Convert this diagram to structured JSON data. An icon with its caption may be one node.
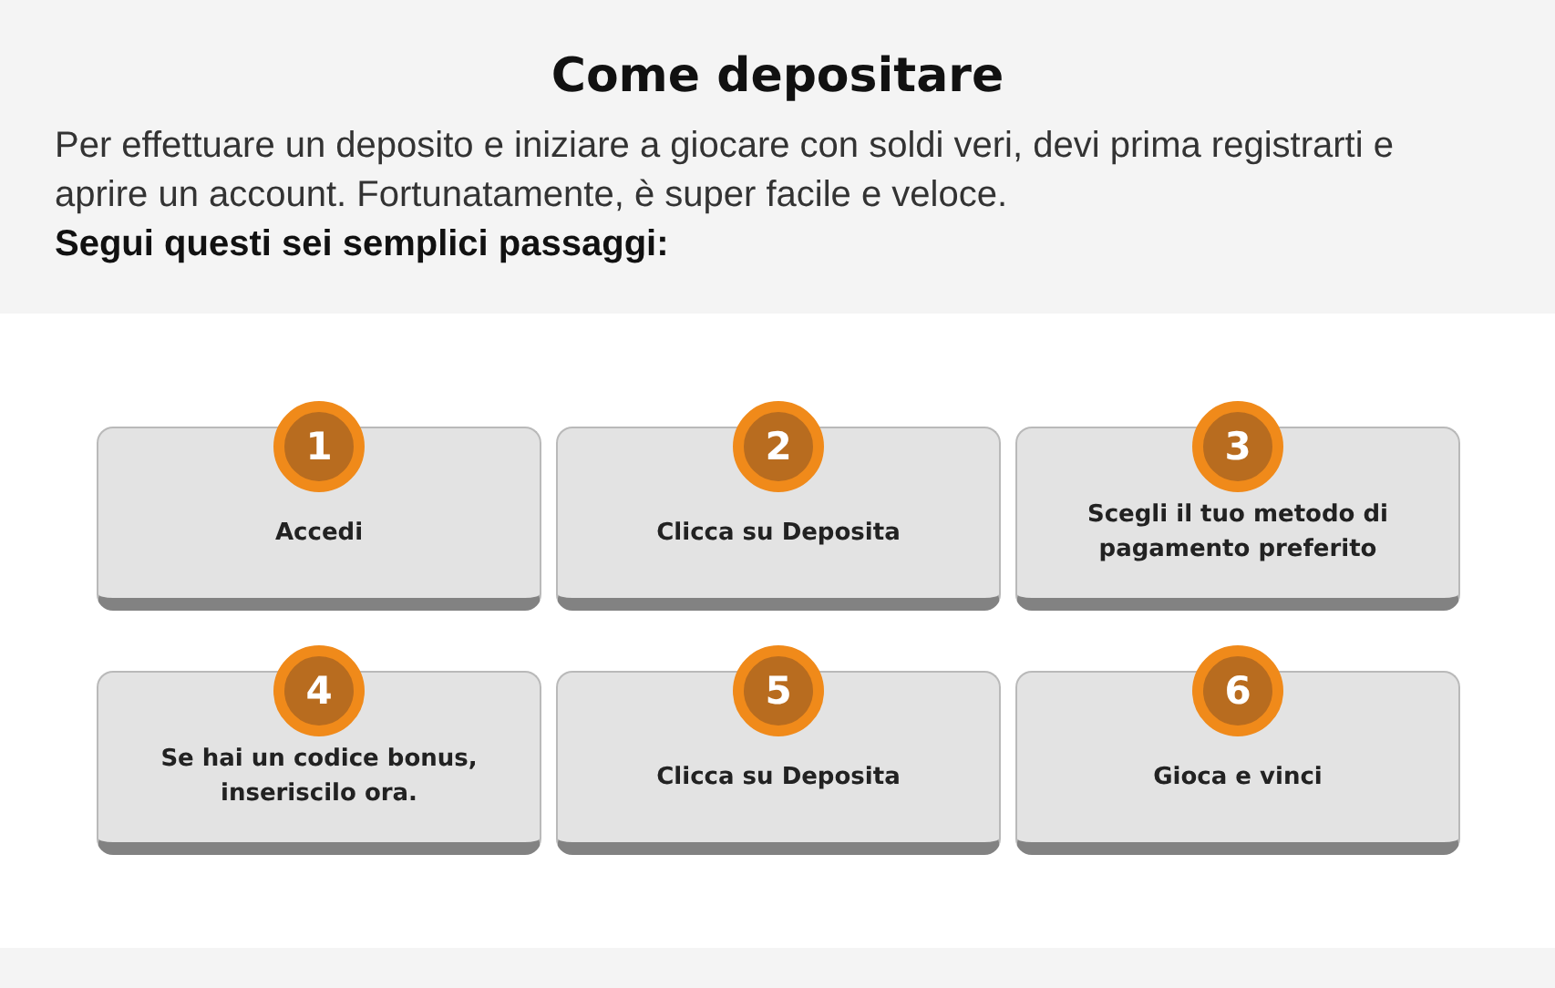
{
  "diagram": {
    "title": "Come depositare",
    "nodes": [
      {
        "text": [
          "1",
          "Accedi"
        ]
      },
      {
        "text": [
          "2",
          "Clicca su Deposita"
        ]
      },
      {
        "text": [
          "3",
          "Scegli il tuo metodo di pagamento preferito"
        ]
      },
      {
        "text": [
          "4",
          "Se hai un codice bonus, inseriscilo ora."
        ]
      },
      {
        "text": [
          "5",
          "Clicca su Deposita"
        ]
      },
      {
        "text": [
          "6",
          "Gioca e vinci"
        ]
      }
    ],
    "labels": [
      "Per effettuare un deposito e iniziare a giocare con soldi veri, devi prima registrarti e aprire un account. Fortunatamente, è super facile e veloce.",
      "Segui questi sei semplici passaggi:"
    ]
  }
}
